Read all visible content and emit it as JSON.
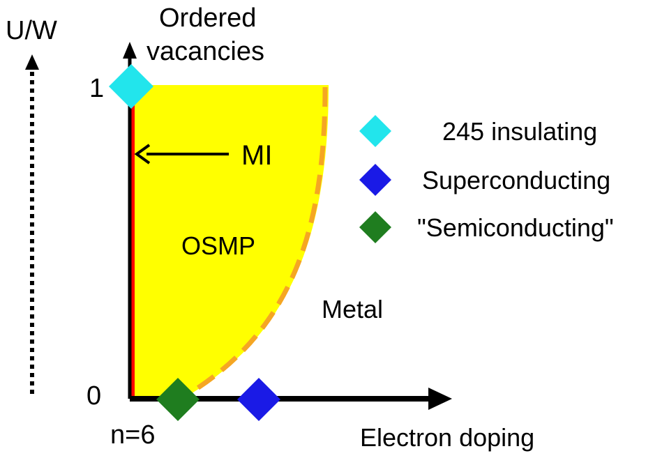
{
  "labels": {
    "y_axis": "U/W",
    "top_line1": "Ordered",
    "top_line2": "vacancies",
    "y_tick_top": "1",
    "y_tick_bottom": "0",
    "mi": "MI",
    "osmp": "OSMP",
    "metal": "Metal",
    "n6": "n=6",
    "x_axis": "Electron doping"
  },
  "legend": [
    {
      "label": "245 insulating",
      "color": "#22e5ec",
      "icon": "diamond-marker"
    },
    {
      "label": "Superconducting",
      "color": "#1a1ae6",
      "icon": "diamond-marker"
    },
    {
      "label": "\"Semiconducting\"",
      "color": "#1f7d1f",
      "icon": "diamond-marker"
    }
  ],
  "colors": {
    "osmp_region": "#ffff00",
    "phase_boundary": "#f5a623",
    "mi_line": "#ff0000",
    "axes": "#000000"
  }
}
